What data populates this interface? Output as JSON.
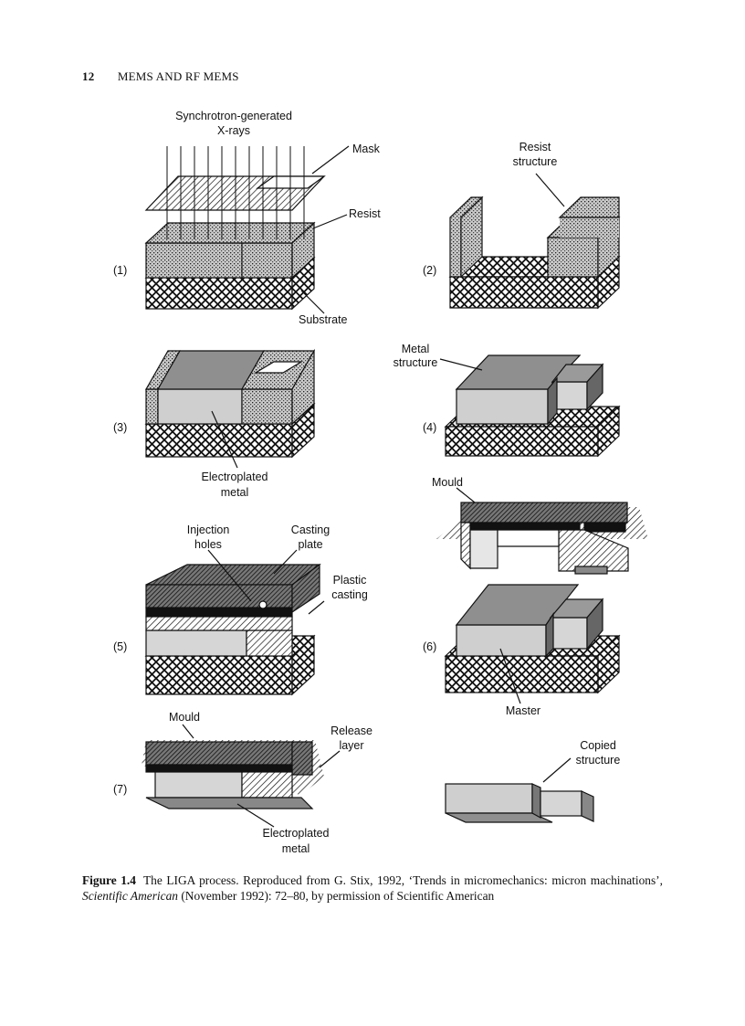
{
  "header": {
    "page_number": "12",
    "running_title": "MEMS AND RF MEMS"
  },
  "figure": {
    "step_labels": [
      "(1)",
      "(2)",
      "(3)",
      "(4)",
      "(5)",
      "(6)",
      "(7)"
    ],
    "annotations": {
      "xrays_line1": "Synchrotron-generated",
      "xrays_line2": "X-rays",
      "mask": "Mask",
      "resist": "Resist",
      "substrate": "Substrate",
      "resist_structure_line1": "Resist",
      "resist_structure_line2": "structure",
      "metal_structure_line1": "Metal",
      "metal_structure_line2": "structure",
      "electroplated_line1": "Electroplated",
      "electroplated_line2": "metal",
      "mould": "Mould",
      "injection_line1": "Injection",
      "injection_line2": "holes",
      "casting_plate_line1": "Casting",
      "casting_plate_line2": "plate",
      "plastic_casting_line1": "Plastic",
      "plastic_casting_line2": "casting",
      "master": "Master",
      "mould_7": "Mould",
      "release_line1": "Release",
      "release_line2": "layer",
      "copied_line1": "Copied",
      "copied_line2": "structure",
      "electroplated7_line1": "Electroplated",
      "electroplated7_line2": "metal"
    }
  },
  "caption": {
    "label": "Figure 1.4",
    "text_1": "The LIGA process. Reproduced from G. Stix, 1992, ‘Trends in micromechanics: micron machinations’, ",
    "journal": "Scientific American",
    "text_2": " (November 1992): 72–80, by permission of Scientific American"
  }
}
